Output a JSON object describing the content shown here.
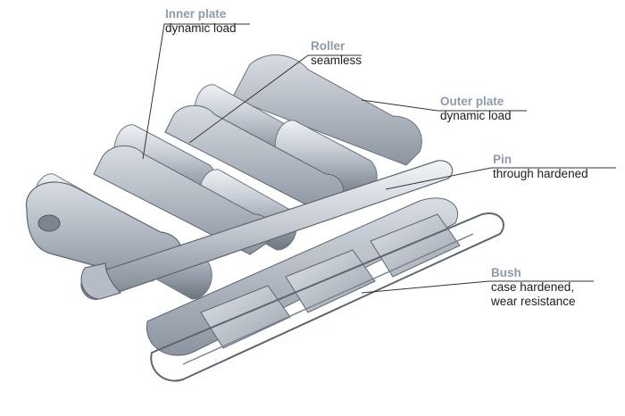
{
  "labels": {
    "inner_plate": {
      "name": "Inner plate",
      "desc": "dynamic load"
    },
    "roller": {
      "name": "Roller",
      "desc": "seamless"
    },
    "outer_plate": {
      "name": "Outer plate",
      "desc": "dynamic load"
    },
    "pin": {
      "name": "Pin",
      "desc": "through hardened"
    },
    "bush": {
      "name": "Bush",
      "desc_lines": [
        "case hardened,",
        "wear resistance"
      ]
    }
  },
  "colors": {
    "metal_light": "#c8ced6",
    "metal_mid": "#9aa3ae",
    "metal_dark": "#5d6671",
    "label_name": "#8e9bab",
    "label_text": "#1d1d1d",
    "leader_line": "#333333"
  }
}
